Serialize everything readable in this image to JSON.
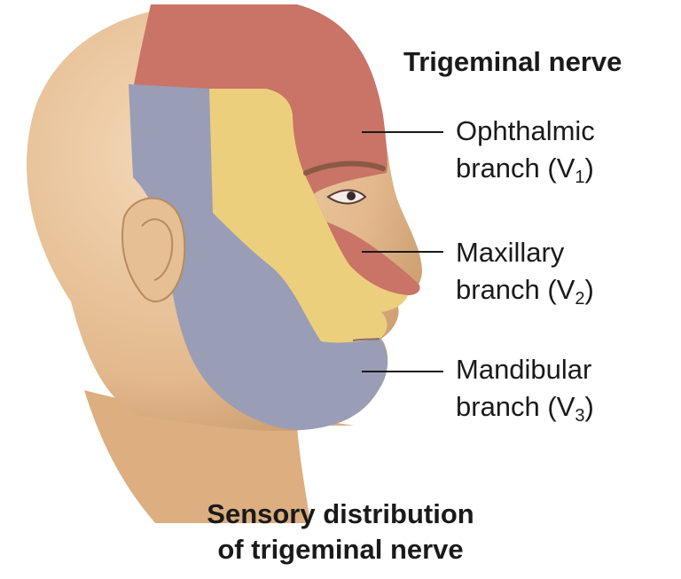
{
  "title": "Trigeminal nerve",
  "branches": [
    {
      "name": "Ophthalmic",
      "line2": "branch (V",
      "sub": "1",
      "close": ")"
    },
    {
      "name": "Maxillary",
      "line2": "branch (V",
      "sub": "2",
      "close": ")"
    },
    {
      "name": "Mandibular",
      "line2": "branch (V",
      "sub": "3",
      "close": ")"
    }
  ],
  "caption": {
    "line1": "Sensory distribution",
    "line2": "of trigeminal nerve"
  },
  "colors": {
    "skin": "#e8c39a",
    "ophthalmic": "#c97467",
    "maxillary": "#eccf7c",
    "mandibular": "#9a9db6"
  }
}
